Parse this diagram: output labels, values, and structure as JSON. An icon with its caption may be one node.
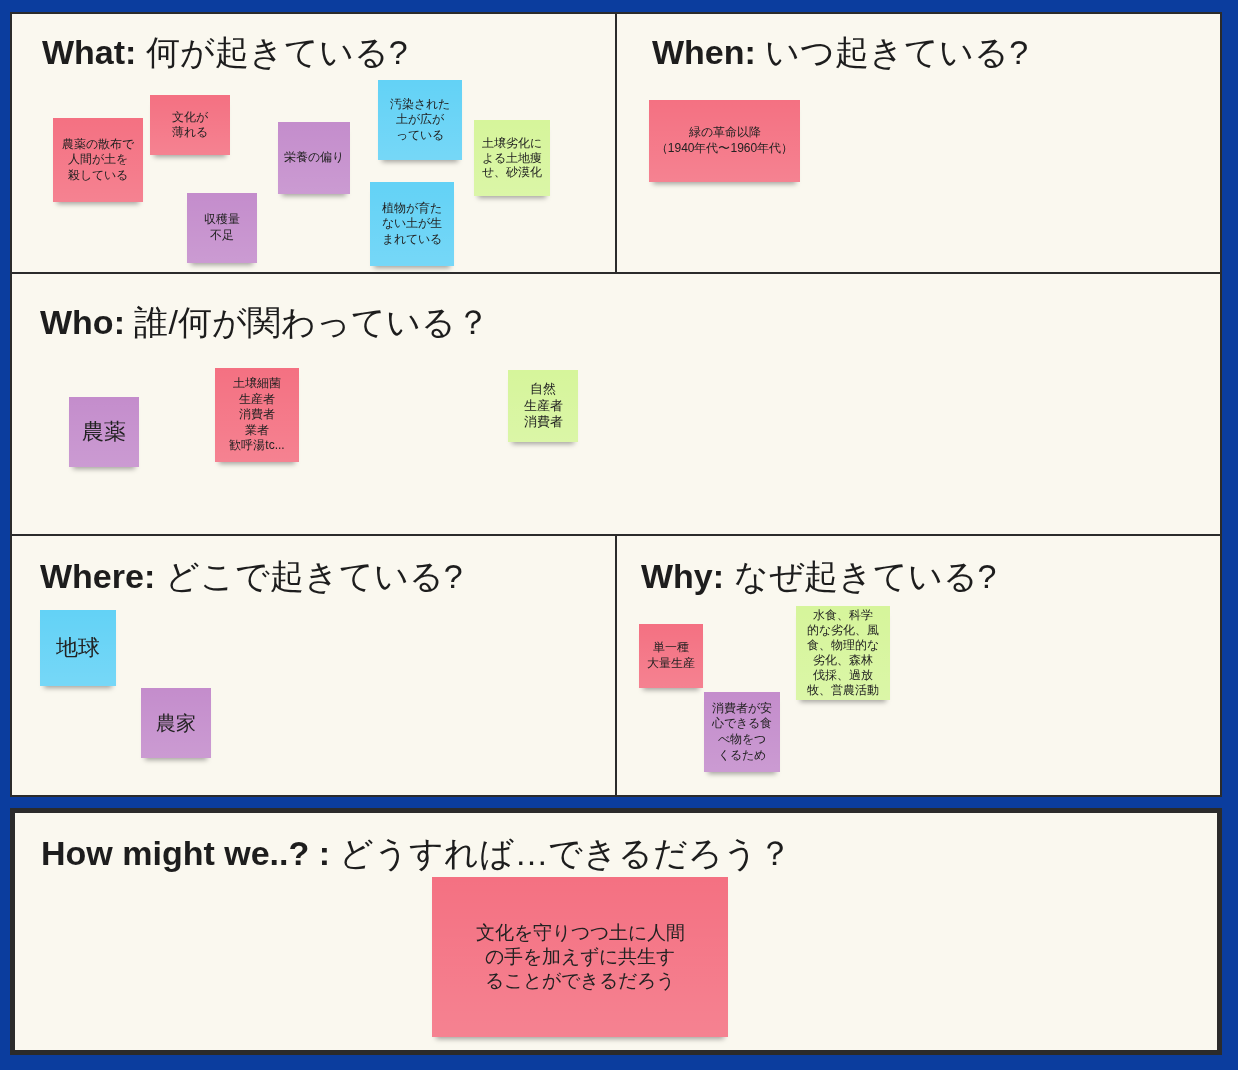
{
  "diagram": {
    "nodes": [
      {
        "text": [
          "**What:** 何が起きている?"
        ]
      },
      {
        "text": [
          "農薬の散布で人間が土を殺している"
        ],
        "in": 0
      },
      {
        "text": [
          "文化が薄れる"
        ],
        "in": 0
      },
      {
        "text": [
          "収穫量不足"
        ],
        "in": 0
      },
      {
        "text": [
          "栄養の偏り"
        ],
        "in": 0
      },
      {
        "text": [
          "汚染された土が広がっている"
        ],
        "in": 0
      },
      {
        "text": [
          "植物が育たない土が生まれている"
        ],
        "in": 0
      },
      {
        "text": [
          "土壌劣化による土地痩せ、砂漠化"
        ],
        "in": 0
      },
      {
        "text": [
          "**When:** いつ起きている?"
        ]
      },
      {
        "text": [
          "緑の革命以降",
          "（1940年代〜1960年代）"
        ],
        "in": 8
      },
      {
        "text": [
          "**Who:** 誰/何が関わっている？"
        ]
      },
      {
        "text": [
          "農薬"
        ],
        "in": 10
      },
      {
        "text": [
          "土壌細菌",
          "生産者",
          "消費者",
          "業者",
          "歓呼湯tc..."
        ],
        "in": 10
      },
      {
        "text": [
          "自然",
          "生産者",
          "消費者"
        ],
        "in": 10
      },
      {
        "text": [
          "**Where:** どこで起きている?"
        ]
      },
      {
        "text": [
          "地球"
        ],
        "in": 14
      },
      {
        "text": [
          "農家"
        ],
        "in": 14
      },
      {
        "text": [
          "**Why:** なぜ起きている?"
        ]
      },
      {
        "text": [
          "単一種",
          "大量生産"
        ],
        "in": 17
      },
      {
        "text": [
          "消費者が安心できる食べ物をつくるため"
        ],
        "in": 17
      },
      {
        "text": [
          "水食、科学的な劣化、風食、物理的な劣化、森林伐採、過放牧、営農活動"
        ],
        "in": 17
      },
      {
        "text": [
          "**How might we..? :** どうすれば…できるだろう？"
        ]
      },
      {
        "text": [
          "文化を守りつつ土に人間の手を加えずに共生することができるだろう"
        ],
        "in": 21
      }
    ]
  }
}
